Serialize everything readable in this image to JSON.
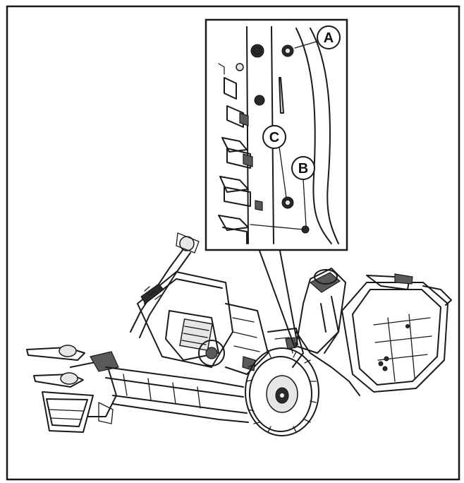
{
  "callouts": {
    "a": "A",
    "b": "B",
    "c": "C"
  },
  "colors": {
    "ink": "#1a1a1a",
    "background": "#ffffff",
    "shade": "#5a5a5a"
  }
}
